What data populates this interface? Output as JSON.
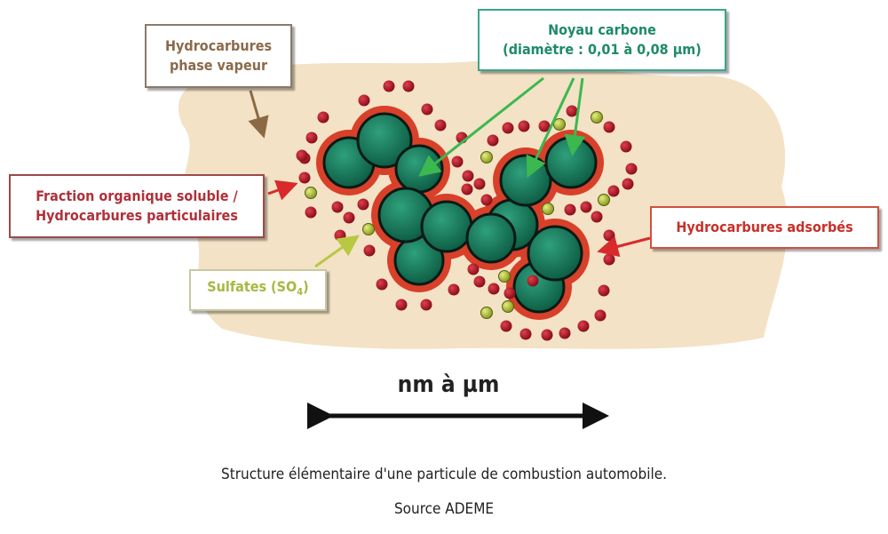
{
  "labels": {
    "noyau_line1": "Noyau carbone",
    "noyau_line2": "(diamètre : 0,01 à 0,08 µm)",
    "vapeur_line1": "Hydrocarbures",
    "vapeur_line2": "phase vapeur",
    "fraction_line1": "Fraction organique soluble /",
    "fraction_line2": "Hydrocarbures particulaires",
    "sulfates": "Sulfates (SO",
    "sulfates_sub": "4",
    "sulfates_end": ")",
    "adsorbes": "Hydrocarbures adsorbés"
  },
  "scale_label": "nm à µm",
  "caption_line1": "Structure élémentaire d'une particule de combustion automobile.",
  "caption_line2": "Source ADEME",
  "colors": {
    "carbon": "#1a7a5c",
    "adsorbed": "#d8402a",
    "particulate": "#b0182a",
    "sulfate": "#b8c840",
    "vapour": "#f3e2c6"
  }
}
